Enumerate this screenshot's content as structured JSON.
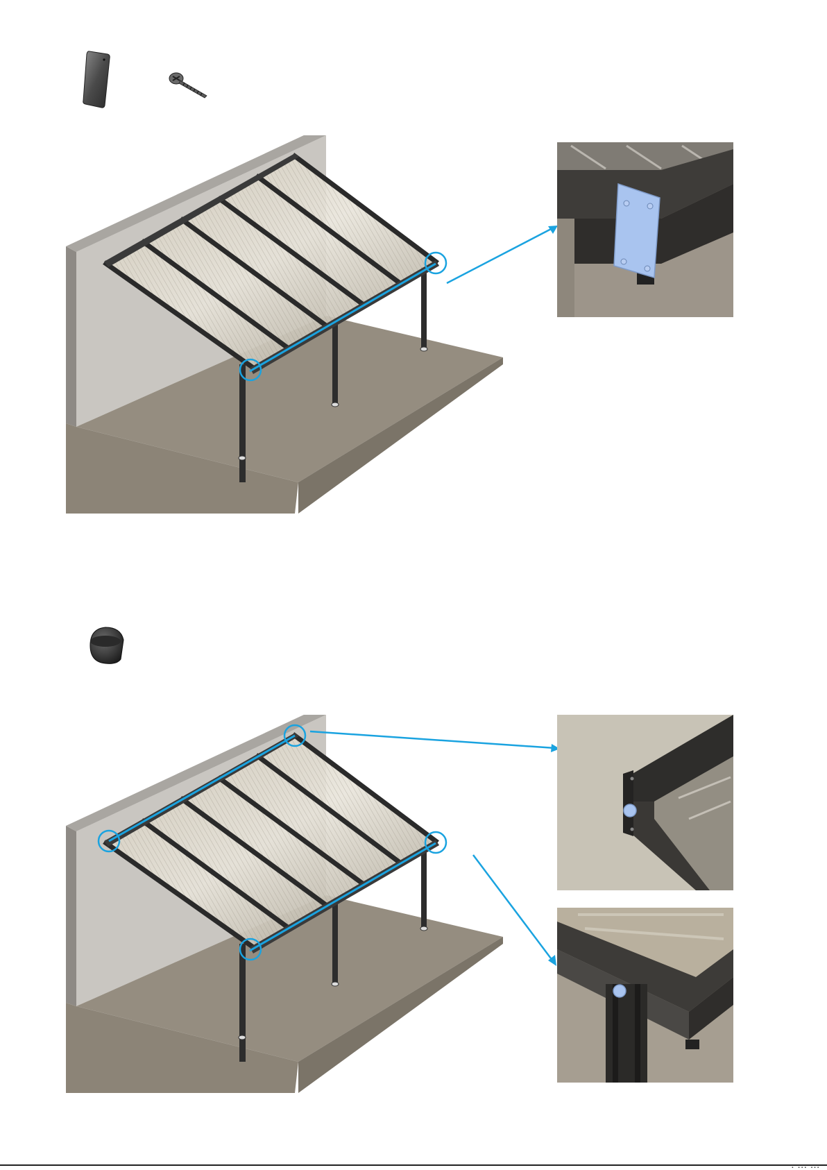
{
  "page": {
    "background": "#ffffff",
    "accent": "#1aa3e0",
    "highlight_part": "#a9c4ef"
  },
  "steps": [
    {
      "parts": [
        {
          "icon": "cover-plate-icon"
        },
        {
          "icon": "screw-icon"
        }
      ],
      "callouts": 2,
      "details": [
        "corner-cover-plate-detail"
      ]
    },
    {
      "parts": [
        {
          "icon": "end-cap-icon"
        }
      ],
      "callouts": 4,
      "details": [
        "wall-bracket-cap-detail",
        "post-cap-detail"
      ]
    }
  ],
  "footer": {
    "marks": "▪ ▪▪▪ ▪▪▪"
  }
}
